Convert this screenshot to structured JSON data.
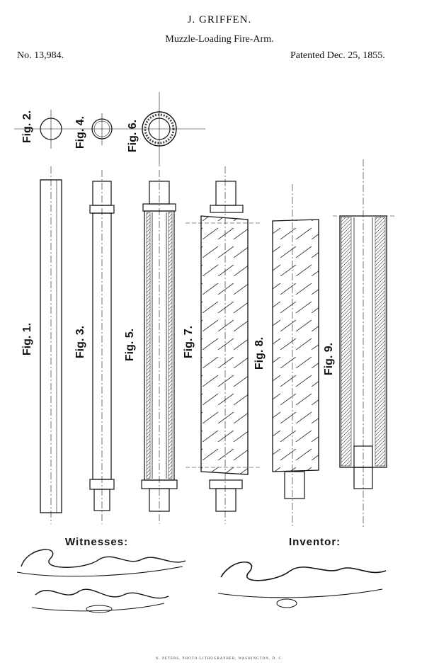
{
  "header": {
    "inventor_name": "J. GRIFFEN.",
    "title": "Muzzle-Loading Fire-Arm.",
    "patent_number": "No. 13,984.",
    "patent_date": "Patented Dec. 25, 1855."
  },
  "figures": {
    "fig1": "Fig. 1.",
    "fig2": "Fig. 2.",
    "fig3": "Fig. 3.",
    "fig4": "Fig. 4.",
    "fig5": "Fig. 5.",
    "fig6": "Fig. 6.",
    "fig7": "Fig. 7.",
    "fig8": "Fig. 8.",
    "fig9": "Fig. 9."
  },
  "footer": {
    "witnesses_label": "Witnesses:",
    "inventor_label": "Inventor:",
    "witness_signature_1": "Samuel M. Wright",
    "witness_signature_2": "Henry B. Ramsay",
    "inventor_signature": "John Griffen",
    "printer_credit": "N. PETERS, PHOTO-LITHOGRAPHER, WASHINGTON, D. C."
  }
}
